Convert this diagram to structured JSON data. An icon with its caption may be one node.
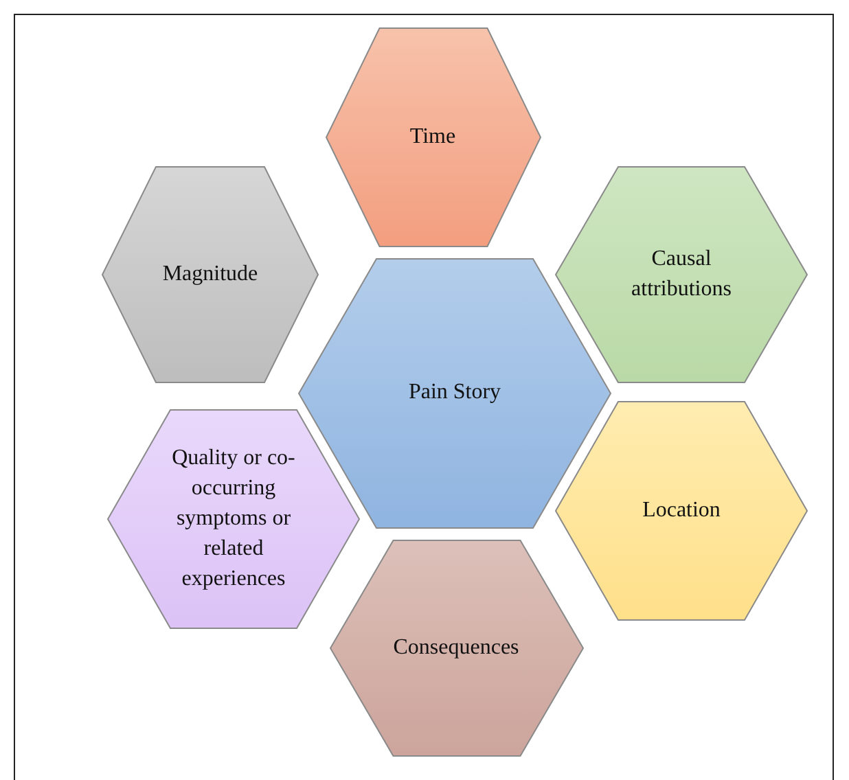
{
  "diagram": {
    "nodes": [
      {
        "text": [
          "Time"
        ]
      },
      {
        "text": [
          "Magnitude"
        ]
      },
      {
        "text": [
          "Causal attributions"
        ]
      },
      {
        "text": [
          "Pain Story"
        ]
      },
      {
        "text": [
          "Quality or co-occurring symptoms or related experiences"
        ]
      },
      {
        "text": [
          "Location"
        ]
      },
      {
        "text": [
          "Consequences"
        ]
      }
    ]
  }
}
